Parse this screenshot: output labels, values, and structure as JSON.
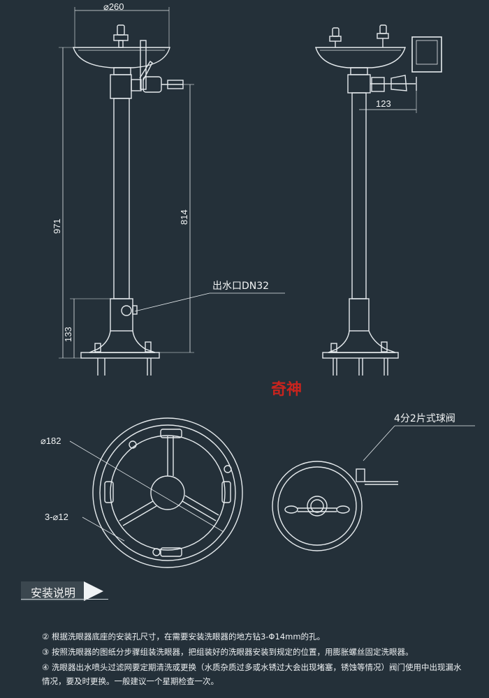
{
  "dimensions": {
    "top_width": "⌀260",
    "total_height": "971",
    "pipe_height": "814",
    "base_height": "133",
    "valve_offset": "123",
    "base_diameter": "⌀182",
    "mount_holes": "3-⌀12"
  },
  "labels": {
    "outlet": "出水口DN32",
    "ball_valve": "4分2片式球阀",
    "logo": "奇神"
  },
  "section": {
    "title": "安装说明"
  },
  "instructions": [
    "② 根据洗眼器底座的安装孔尺寸，在需要安装洗眼器的地方钻3-Φ14mm的孔。",
    "③ 按照洗眼器的图纸分步骤组装洗眼器，把组装好的洗眼器安装到规定的位置，用膨胀螺丝固定洗眼器。",
    "④ 洗眼器出水喷头过滤网要定期清洗或更换（水质杂质过多或水锈过大会出现堵塞，锈蚀等情况）阀门使用中出现漏水情况，要及时更换。一般建议一个星期检查一次。"
  ],
  "colors": {
    "background": "#243039",
    "line": "#e9edf0",
    "logo": "#c8241e"
  }
}
